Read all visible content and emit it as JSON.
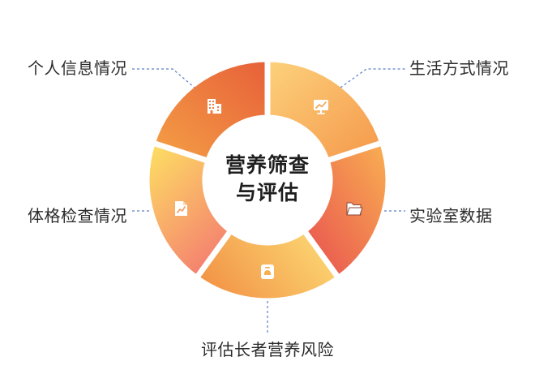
{
  "center": {
    "line1": "营养筛查",
    "line2": "与评估"
  },
  "segments": [
    {
      "label": "生活方式情况",
      "icon": "monitor-chart-icon",
      "color_start": "#fdd27c",
      "color_end": "#f4974a"
    },
    {
      "label": "实验室数据",
      "icon": "folder-icon",
      "color_start": "#f9b152",
      "color_end": "#e84d4f"
    },
    {
      "label": "评估长者营养风险",
      "icon": "id-badge-icon",
      "color_start": "#f29245",
      "color_end": "#fcd873"
    },
    {
      "label": "体格检查情况",
      "icon": "document-chart-icon",
      "color_start": "#fdda64",
      "color_end": "#f37870"
    },
    {
      "label": "个人信息情况",
      "icon": "building-icon",
      "color_start": "#f4a046",
      "color_end": "#e75f39"
    }
  ],
  "colors": {
    "leader_line": "#5a7fc6"
  }
}
